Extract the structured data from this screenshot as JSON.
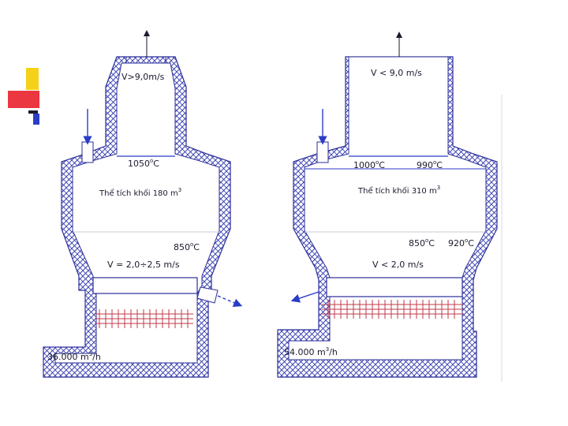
{
  "colors": {
    "wall_outline": "#2b2f9a",
    "hatch": "#3a40b0",
    "arrow": "#2b3cc8",
    "grid_red": "#c23a4a",
    "deco_yellow": "#f5d21a",
    "deco_red": "#e8212b",
    "deco_blue": "#2b3cc8"
  },
  "left_reactor": {
    "velocity_top": "V>9,0m/s",
    "temp_top": "1050",
    "temp_top_unit": "C",
    "volume_label": "Thể tích khối 180 m",
    "volume_sup": "3",
    "temp_mid": "850",
    "temp_mid_unit": "C",
    "velocity_bottom": "V = 2,0÷2,5  m/s",
    "flow_value": "36.000 m",
    "flow_sup": "3",
    "flow_unit": "/h"
  },
  "right_reactor": {
    "velocity_top": "V < 9,0 m/s",
    "temp_top_a": "1000",
    "temp_top_a_unit": "C",
    "temp_top_b": "990",
    "temp_top_b_unit": "C",
    "volume_label": "Thể tích khối 310 m",
    "volume_sup": "3",
    "temp_mid_a": "850",
    "temp_mid_a_unit": "C",
    "temp_mid_b": "920",
    "temp_mid_b_unit": "C",
    "velocity_bottom": "V < 2,0 m/s",
    "flow_value": "54.000 m",
    "flow_sup": "3",
    "flow_unit": "/h"
  },
  "degree_mark": "o"
}
